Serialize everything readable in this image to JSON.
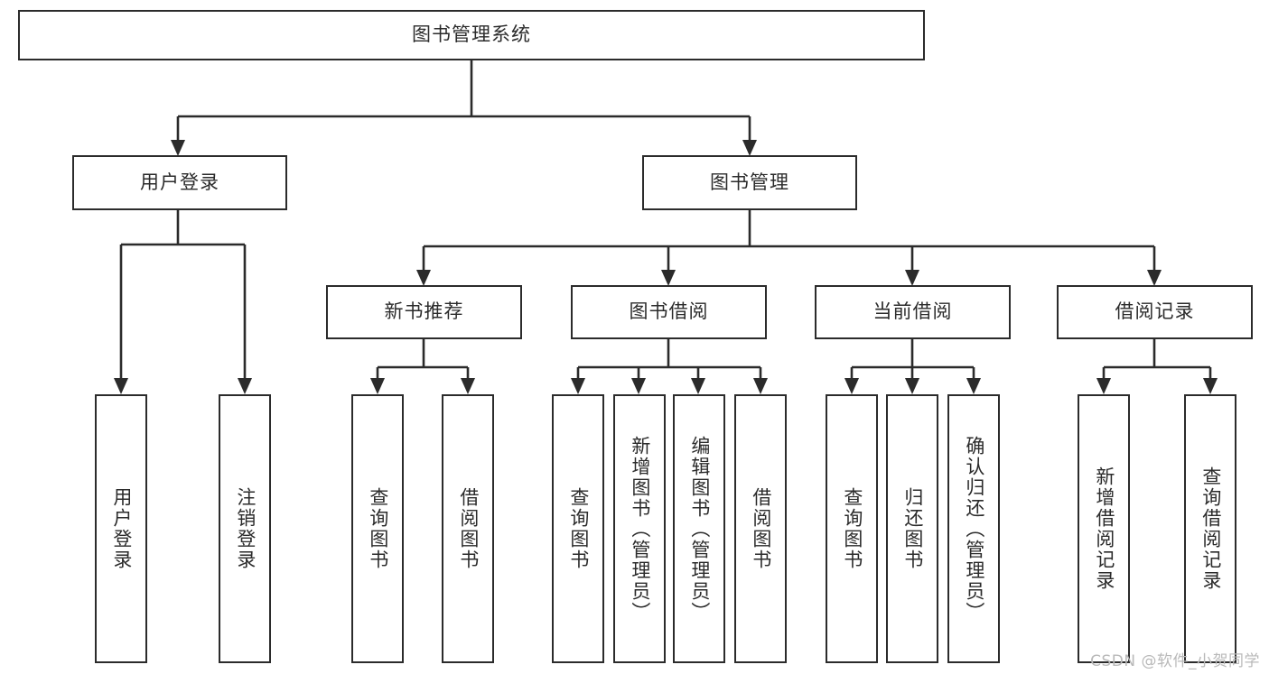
{
  "diagram": {
    "type": "tree-hierarchy-chart",
    "title": "图书管理系统",
    "watermark": "CSDN @软件_小贺同学",
    "colors": {
      "box_border": "#2b2b2b",
      "box_fill": "#ffffff",
      "text": "#2b2b2b",
      "link": "#2b2b2b",
      "watermark": "#b9b9b9",
      "background": "#ffffff"
    },
    "levels": {
      "root": {
        "label": "图书管理系统"
      },
      "level2": [
        {
          "label": "用户登录"
        },
        {
          "label": "图书管理"
        }
      ],
      "level3": [
        {
          "label": "新书推荐"
        },
        {
          "label": "图书借阅"
        },
        {
          "label": "当前借阅"
        },
        {
          "label": "借阅记录"
        }
      ],
      "leaves": {
        "user_login": [
          {
            "label": "用户登录"
          },
          {
            "label": "注销登录"
          }
        ],
        "new_book_recommend": [
          {
            "label": "查询图书"
          },
          {
            "label": "借阅图书"
          }
        ],
        "book_borrow": [
          {
            "label": "查询图书"
          },
          {
            "label": "新增图书（管理员）"
          },
          {
            "label": "编辑图书（管理员）"
          },
          {
            "label": "借阅图书"
          }
        ],
        "current_borrow": [
          {
            "label": "查询图书"
          },
          {
            "label": "归还图书"
          },
          {
            "label": "确认归还（管理员）"
          }
        ],
        "borrow_record": [
          {
            "label": "新增借阅记录"
          },
          {
            "label": "查询借阅记录"
          }
        ]
      }
    }
  }
}
